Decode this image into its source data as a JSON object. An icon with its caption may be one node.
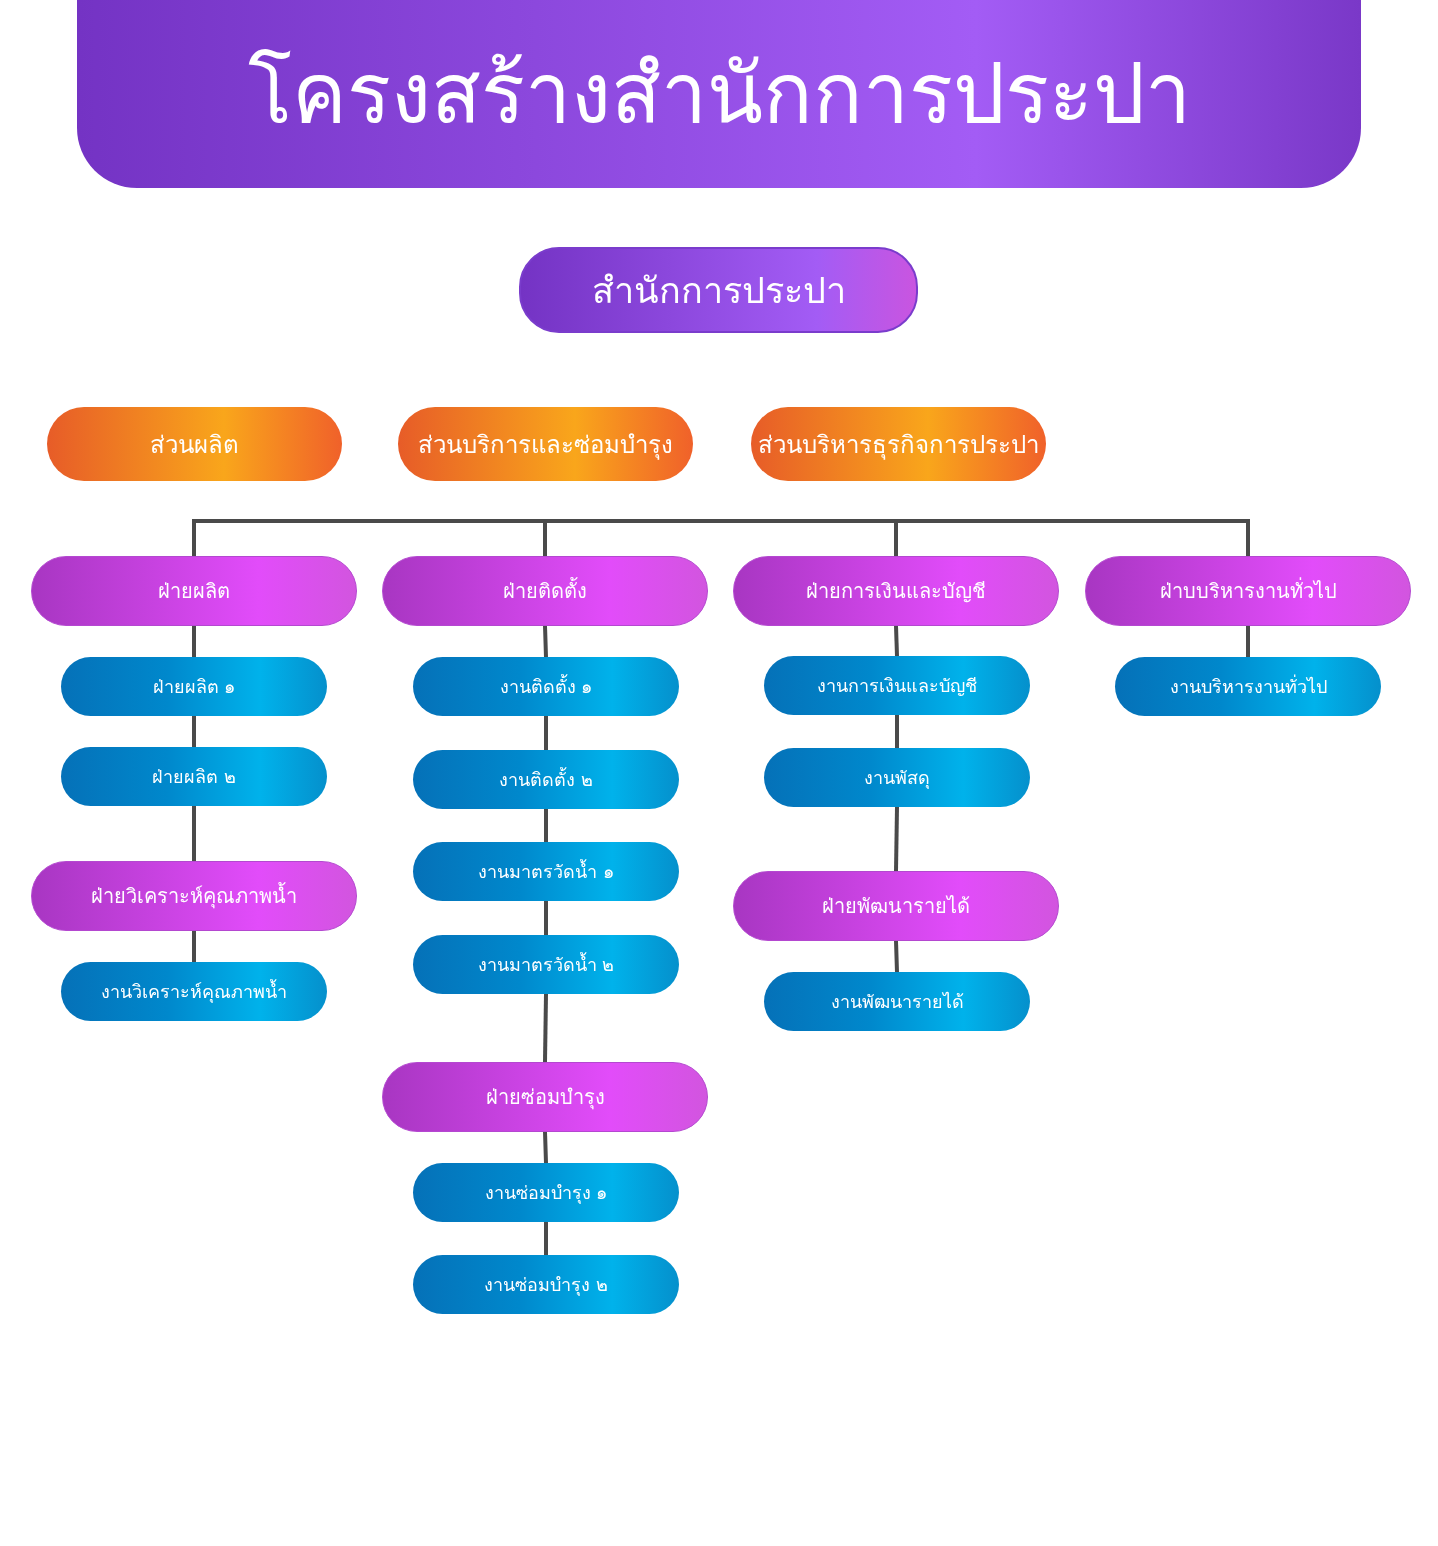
{
  "diagram": {
    "title": "โครงสร้างสำนักการประปา",
    "nodes": [
      {
        "text": [
          "สำนักการประปา"
        ]
      },
      {
        "text": [
          "ส่วนผลิต"
        ]
      },
      {
        "text": [
          "ส่วนบริการและซ่อมบำรุง"
        ]
      },
      {
        "text": [
          "ส่วนบริหารธุรกิจการประปา"
        ]
      },
      {
        "text": [
          "ฝ่ายผลิต"
        ]
      },
      {
        "text": [
          "ฝ่ายผลิต ๑"
        ]
      },
      {
        "text": [
          "ฝ่ายผลิต ๒"
        ]
      },
      {
        "text": [
          "ฝ่ายวิเคราะห์คุณภาพน้ำ"
        ]
      },
      {
        "text": [
          "งานวิเคราะห์คุณภาพน้ำ"
        ]
      },
      {
        "text": [
          "ฝ่ายติดตั้ง"
        ]
      },
      {
        "text": [
          "งานติดตั้ง ๑"
        ]
      },
      {
        "text": [
          "งานติดตั้ง ๒"
        ]
      },
      {
        "text": [
          "งานมาตรวัดน้ำ ๑"
        ]
      },
      {
        "text": [
          "งานมาตรวัดน้ำ ๒"
        ]
      },
      {
        "text": [
          "ฝ่ายซ่อมบำรุง"
        ]
      },
      {
        "text": [
          "งานซ่อมบำรุง ๑"
        ]
      },
      {
        "text": [
          "งานซ่อมบำรุง ๒"
        ]
      },
      {
        "text": [
          "ฝ่ายการเงินและบัญชี"
        ]
      },
      {
        "text": [
          "งานการเงินและบัญชี"
        ]
      },
      {
        "text": [
          "งานพัสดุ"
        ]
      },
      {
        "text": [
          "ฝ่ายพัฒนารายได้"
        ]
      },
      {
        "text": [
          "งานพัฒนารายได้"
        ]
      },
      {
        "text": [
          "ฝ่าบบริหารงานทั่วไป"
        ]
      },
      {
        "text": [
          "งานบริหารงานทั่วไป"
        ]
      }
    ],
    "edges": [
      {
        "from": 4,
        "to": 9,
        "arrow": "none"
      },
      {
        "from": 9,
        "to": 17,
        "arrow": "none"
      },
      {
        "from": 17,
        "to": 22,
        "arrow": "none"
      },
      {
        "from": 4,
        "to": 5,
        "arrow": "none"
      },
      {
        "from": 5,
        "to": 6,
        "arrow": "none"
      },
      {
        "from": 6,
        "to": 7,
        "arrow": "none"
      },
      {
        "from": 7,
        "to": 8,
        "arrow": "none"
      },
      {
        "from": 9,
        "to": 10,
        "arrow": "none"
      },
      {
        "from": 10,
        "to": 11,
        "arrow": "none"
      },
      {
        "from": 11,
        "to": 12,
        "arrow": "none"
      },
      {
        "from": 12,
        "to": 13,
        "arrow": "none"
      },
      {
        "from": 13,
        "to": 14,
        "arrow": "none"
      },
      {
        "from": 14,
        "to": 15,
        "arrow": "none"
      },
      {
        "from": 15,
        "to": 16,
        "arrow": "none"
      },
      {
        "from": 17,
        "to": 18,
        "arrow": "none"
      },
      {
        "from": 18,
        "to": 19,
        "arrow": "none"
      },
      {
        "from": 19,
        "to": 20,
        "arrow": "none"
      },
      {
        "from": 20,
        "to": 21,
        "arrow": "none"
      },
      {
        "from": 22,
        "to": 23,
        "arrow": "none"
      }
    ]
  }
}
